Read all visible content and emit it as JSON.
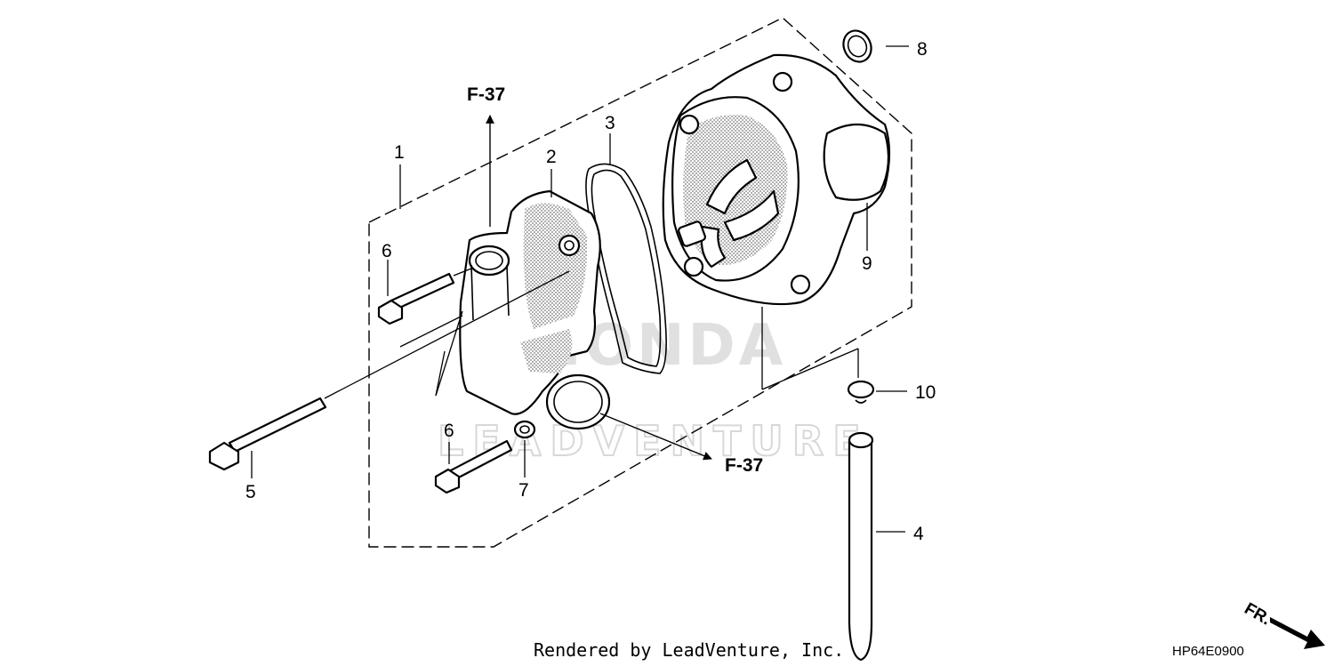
{
  "diagram": {
    "callouts": {
      "c1": "1",
      "c2": "2",
      "c3": "3",
      "c4": "4",
      "c5": "5",
      "c6a": "6",
      "c6b": "6",
      "c7": "7",
      "c8": "8",
      "c9": "9",
      "c10": "10"
    },
    "ref_top": "F-37",
    "ref_bottom": "F-37",
    "watermark_honda": "HONDA",
    "watermark_brand": "LEADVENTURE",
    "footer": "Rendered by LeadVenture, Inc.",
    "diagram_code": "HP64E0900",
    "direction_label": "FR.",
    "icons": [
      "fr-arrow-icon",
      "reference-arrow-icon"
    ]
  }
}
